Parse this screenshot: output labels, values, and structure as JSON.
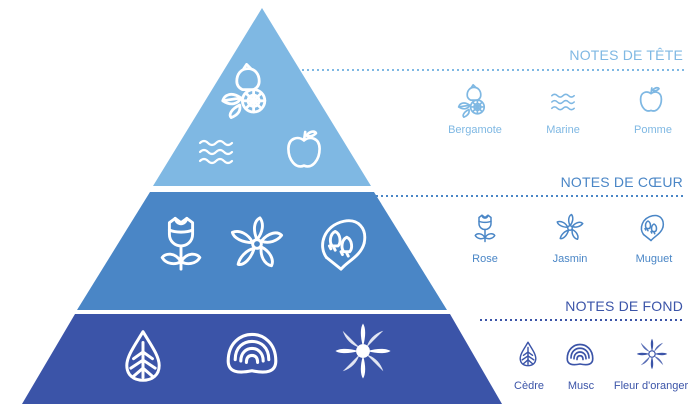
{
  "colors": {
    "top_tier": "#7fb8e3",
    "middle_tier": "#4a86c6",
    "base_tier": "#3b54a8",
    "icon_on_pyramid": "#ffffff",
    "background": "#ffffff"
  },
  "tiers": [
    {
      "id": "top",
      "title": "NOTES DE TÊTE",
      "notes": [
        {
          "name": "Bergamote",
          "icon": "bergamot-icon"
        },
        {
          "name": "Marine",
          "icon": "waves-icon"
        },
        {
          "name": "Pomme",
          "icon": "apple-icon"
        }
      ]
    },
    {
      "id": "middle",
      "title": "NOTES DE CŒUR",
      "notes": [
        {
          "name": "Rose",
          "icon": "rose-icon"
        },
        {
          "name": "Jasmin",
          "icon": "jasmine-icon"
        },
        {
          "name": "Muguet",
          "icon": "lily-of-the-valley-icon"
        }
      ]
    },
    {
      "id": "base",
      "title": "NOTES DE FOND",
      "notes": [
        {
          "name": "Cèdre",
          "icon": "cedar-icon"
        },
        {
          "name": "Musc",
          "icon": "musk-icon"
        },
        {
          "name": "Fleur d'oranger",
          "icon": "orange-blossom-icon"
        }
      ]
    }
  ]
}
